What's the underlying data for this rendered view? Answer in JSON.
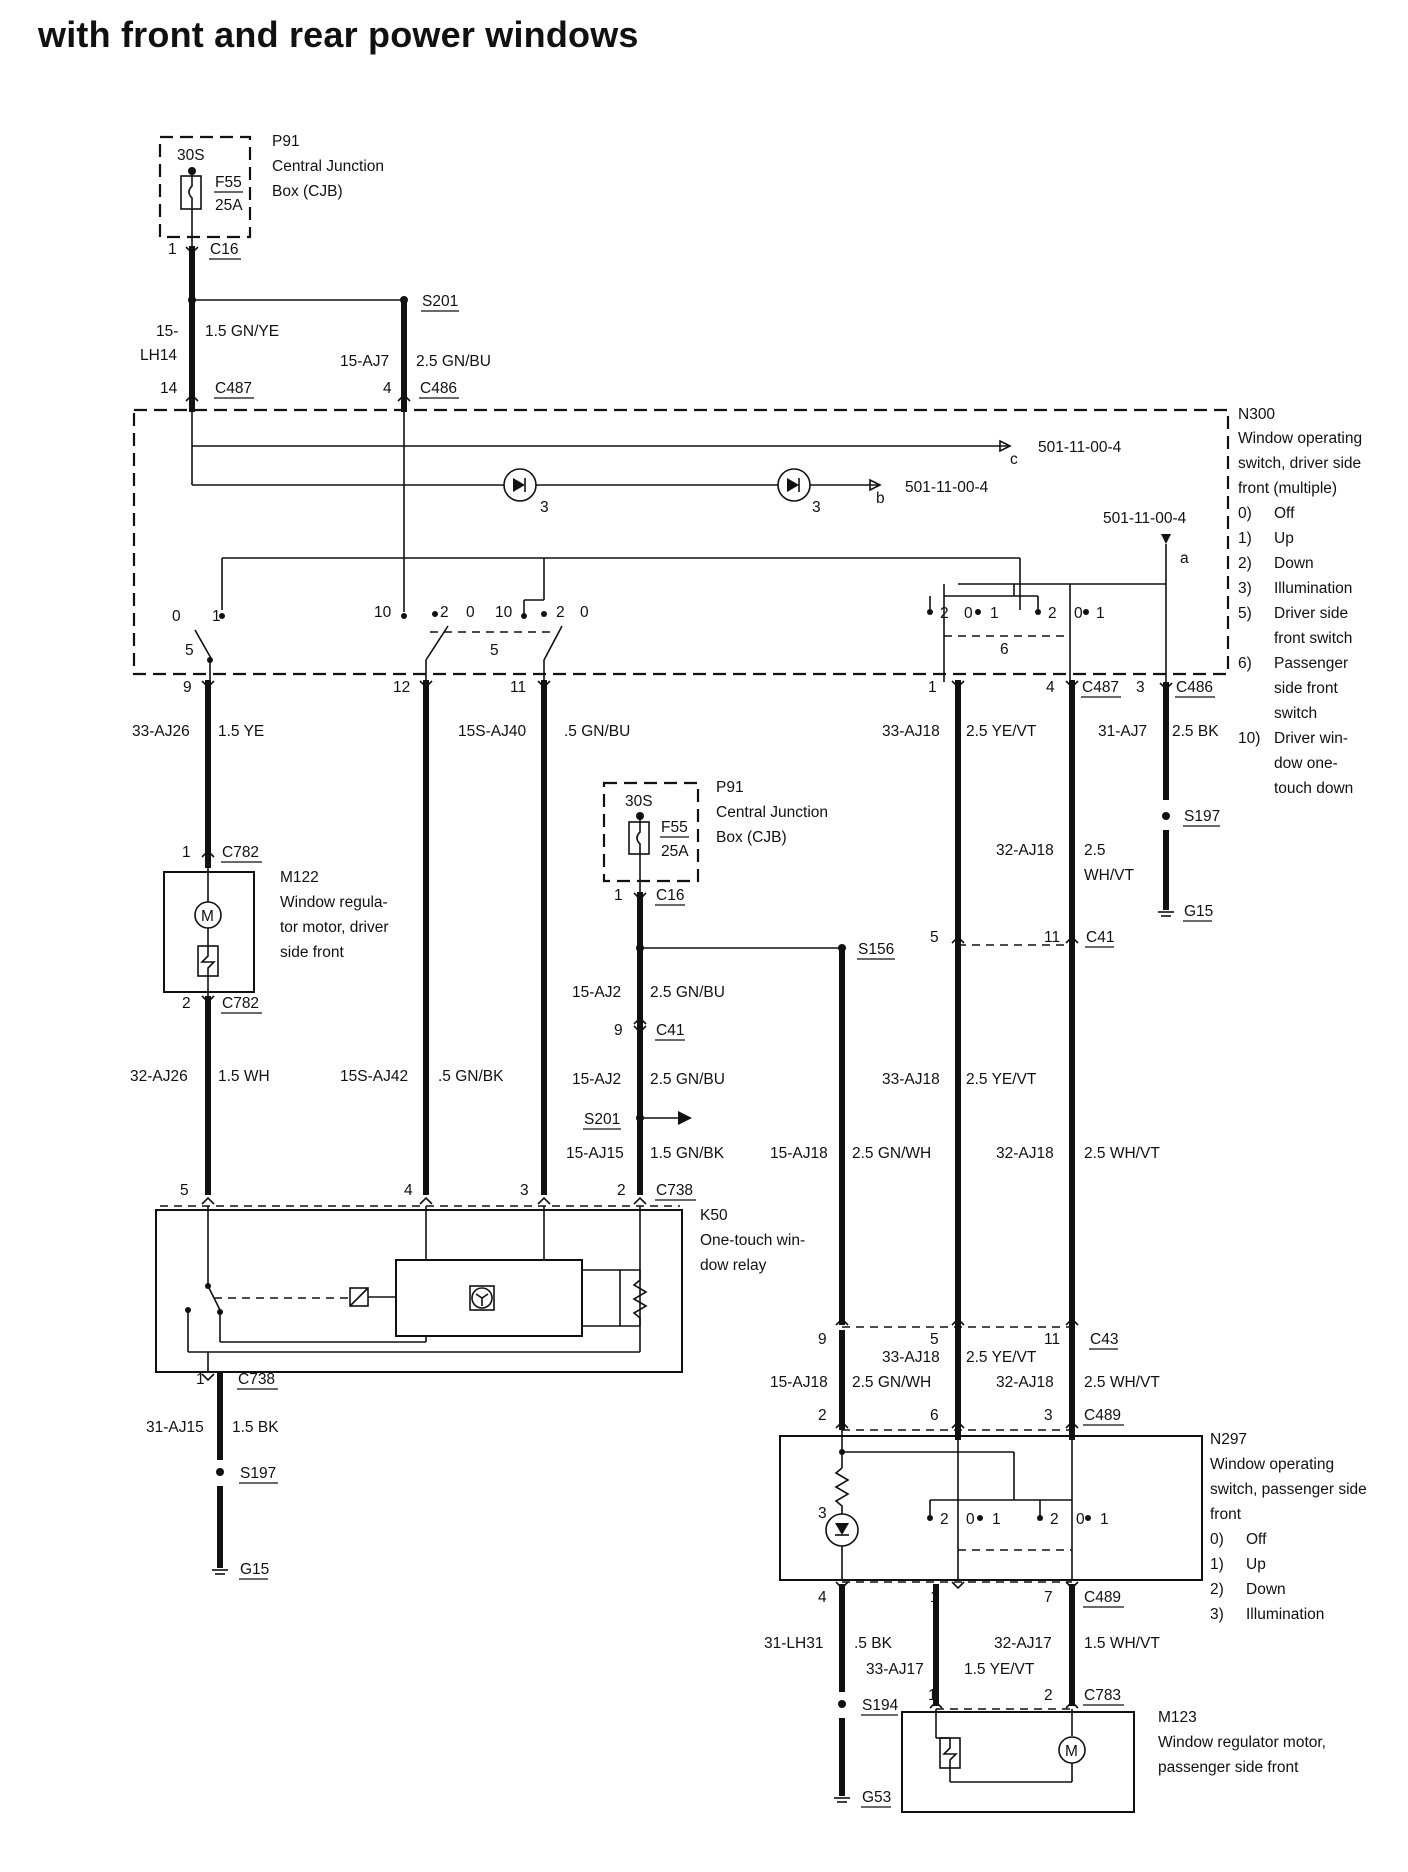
{
  "title": "with front and rear power windows",
  "p91_top": {
    "code": "P91",
    "name_line1": "Central Junction",
    "name_line2": "Box (CJB)",
    "circuit": "30S",
    "fuse": "F55",
    "rating": "25A",
    "pin": "1",
    "connector": "C16"
  },
  "p91_mid": {
    "code": "P91",
    "name_line1": "Central Junction",
    "name_line2": "Box (CJB)",
    "circuit": "30S",
    "fuse": "F55",
    "rating": "25A",
    "pin": "1",
    "connector": "C16"
  },
  "splices": {
    "s201": "S201",
    "s156": "S156",
    "s197a": "S197",
    "s197b": "S197",
    "s194": "S194"
  },
  "grounds": {
    "g15a": "G15",
    "g15b": "G15",
    "g53": "G53"
  },
  "wires": {
    "w1": {
      "circuit_a": "15-",
      "circuit_b": "LH14",
      "spec": "1.5 GN/YE"
    },
    "w2": {
      "circuit": "15-AJ7",
      "spec": "2.5 GN/BU"
    },
    "w3": {
      "circuit": "33-AJ26",
      "spec": "1.5 YE"
    },
    "w4": {
      "circuit": "15S-AJ40",
      "spec": ".5 GN/BU"
    },
    "w5": {
      "circuit": "33-AJ18",
      "spec": "2.5 YE/VT"
    },
    "w6": {
      "circuit": "31-AJ7",
      "spec": "2.5 BK"
    },
    "w7": {
      "circuit": "32-AJ18",
      "spec_a": "2.5",
      "spec_b": "WH/VT"
    },
    "w8": {
      "circuit": "15-AJ2",
      "spec": "2.5 GN/BU"
    },
    "w9": {
      "circuit": "32-AJ26",
      "spec": "1.5 WH"
    },
    "w10": {
      "circuit": "15S-AJ42",
      "spec": ".5 GN/BK"
    },
    "w11": {
      "circuit": "15-AJ2",
      "spec": "2.5 GN/BU"
    },
    "w12": {
      "circuit": "33-AJ18",
      "spec": "2.5 YE/VT"
    },
    "w13": {
      "circuit": "15-AJ15",
      "spec": "1.5 GN/BK"
    },
    "w14": {
      "circuit": "15-AJ18",
      "spec": "2.5 GN/WH"
    },
    "w15": {
      "circuit": "32-AJ18",
      "spec": "2.5 WH/VT"
    },
    "w16": {
      "circuit": "33-AJ18",
      "spec": "2.5 YE/VT"
    },
    "w17": {
      "circuit": "15-AJ18",
      "spec": "2.5 GN/WH"
    },
    "w18": {
      "circuit": "32-AJ18",
      "spec": "2.5 WH/VT"
    },
    "w19": {
      "circuit": "31-AJ15",
      "spec": "1.5 BK"
    },
    "w20": {
      "circuit": "31-LH31",
      "spec": ".5 BK"
    },
    "w21": {
      "circuit": "32-AJ17",
      "spec": "1.5 WH/VT"
    },
    "w22": {
      "circuit": "33-AJ17",
      "spec": "1.5 YE/VT"
    }
  },
  "connectors": {
    "c487_top": {
      "pin": "14",
      "name": "C487"
    },
    "c486_top": {
      "pin": "4",
      "name": "C486"
    },
    "c487_bot": {
      "pin_a": "1",
      "pin_b": "4",
      "name": "C487"
    },
    "c486_bot": {
      "pin": "3",
      "name": "C486"
    },
    "c782_top": {
      "pin": "1",
      "name": "C782"
    },
    "c782_bot": {
      "pin": "2",
      "name": "C782"
    },
    "c41_mid": {
      "pin": "9",
      "name": "C41"
    },
    "c41_right": {
      "pin_a": "5",
      "pin_b": "11",
      "name": "C41"
    },
    "c738_top": {
      "pin_a": "5",
      "pin_b": "4",
      "pin_c": "3",
      "pin_d": "2",
      "name": "C738"
    },
    "c738_bot": {
      "pin": "1",
      "name": "C738"
    },
    "c43": {
      "pin_a": "9",
      "pin_b": "5",
      "pin_c": "11",
      "name": "C43"
    },
    "c489_top": {
      "pin_a": "2",
      "pin_b": "6",
      "pin_c": "3",
      "name": "C489"
    },
    "c489_bot": {
      "pin_a": "4",
      "pin_b": "1",
      "pin_c": "7",
      "name": "C489"
    },
    "c783": {
      "pin_a": "1",
      "pin_b": "2",
      "name": "C783"
    }
  },
  "n300": {
    "code": "N300",
    "lines": [
      "Window operating",
      "switch, driver side",
      "front (multiple)"
    ],
    "legend": [
      {
        "num": "0)",
        "lines": [
          "Off"
        ]
      },
      {
        "num": "1)",
        "lines": [
          "Up"
        ]
      },
      {
        "num": "2)",
        "lines": [
          "Down"
        ]
      },
      {
        "num": "3)",
        "lines": [
          "Illumination"
        ]
      },
      {
        "num": "5)",
        "lines": [
          "Driver side",
          "front switch"
        ]
      },
      {
        "num": "6)",
        "lines": [
          "Passenger",
          "side front",
          "switch"
        ]
      },
      {
        "num": "10)",
        "lines": [
          "Driver win-",
          "dow one-",
          "touch down"
        ]
      }
    ],
    "ref_c": "501-11-00-4",
    "ref_b": "501-11-00-4",
    "ref_a": "501-11-00-4",
    "letter_c": "c",
    "letter_b": "b",
    "letter_a": "a",
    "lamp_label_1": "3",
    "lamp_label_2": "3",
    "pins_internal": {
      "p9": "9",
      "p12": "12",
      "p11": "11",
      "p10a": "10",
      "p10b": "10"
    },
    "sw_labels": {
      "zero1": "0",
      "one1": "1",
      "five1": "5",
      "two2": "2",
      "zero2": "0",
      "two3": "2",
      "zero3": "0",
      "five2": "5",
      "two4": "2",
      "zero4": "0",
      "one4": "1",
      "two5": "2",
      "zero5": "0",
      "one5": "1",
      "six": "6"
    }
  },
  "m122": {
    "code": "M122",
    "lines": [
      "Window regula-",
      "tor motor, driver",
      "side front"
    ]
  },
  "k50": {
    "code": "K50",
    "lines": [
      "One-touch win-",
      "dow relay"
    ]
  },
  "n297": {
    "code": "N297",
    "lines": [
      "Window operating",
      "switch, passenger side",
      "front"
    ],
    "legend": [
      {
        "num": "0)",
        "text": "Off"
      },
      {
        "num": "1)",
        "text": "Up"
      },
      {
        "num": "2)",
        "text": "Down"
      },
      {
        "num": "3)",
        "text": "Illumination"
      }
    ],
    "lamp_label": "3",
    "sw_labels": {
      "two1": "2",
      "zero1": "0",
      "one1": "1",
      "two2": "2",
      "zero2": "0",
      "one2": "1"
    }
  },
  "m123": {
    "code": "M123",
    "lines": [
      "Window regulator motor,",
      "passenger side front"
    ]
  }
}
